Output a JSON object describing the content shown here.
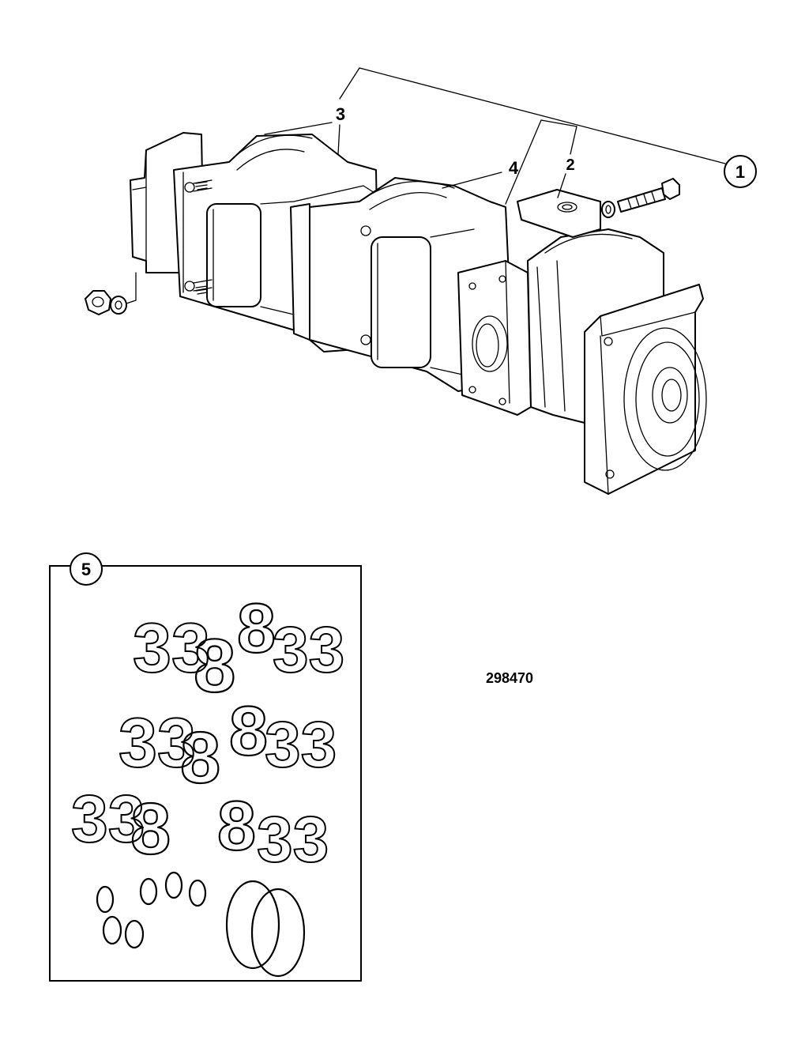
{
  "callouts": {
    "item1": "1",
    "item2": "2",
    "item3": "3",
    "item4": "4",
    "item5": "5"
  },
  "part_number": "298470"
}
